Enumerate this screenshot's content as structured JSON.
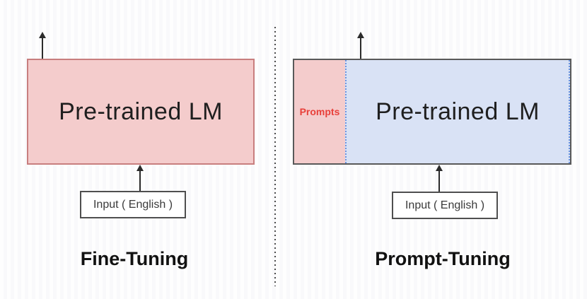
{
  "diagram": {
    "title_implicit": "Fine-Tuning vs Prompt-Tuning comparison diagram",
    "left_panel": {
      "model_box_label": "Pre-trained LM",
      "input_box_label": "Input ( English )",
      "caption": "Fine-Tuning"
    },
    "right_panel": {
      "prompts_label": "Prompts",
      "model_box_label": "Pre-trained LM",
      "input_box_label": "Input ( English )",
      "caption": "Prompt-Tuning"
    },
    "colors": {
      "pink_fill": "#f4cccc",
      "pink_border": "#c87e7e",
      "blue_fill": "#d9e2f5",
      "blue_dotted_border": "#6c96e2",
      "right_box_border": "#595959",
      "prompts_text": "#e8403a",
      "arrow": "#2b2b2b",
      "caption_text": "#111111"
    }
  }
}
